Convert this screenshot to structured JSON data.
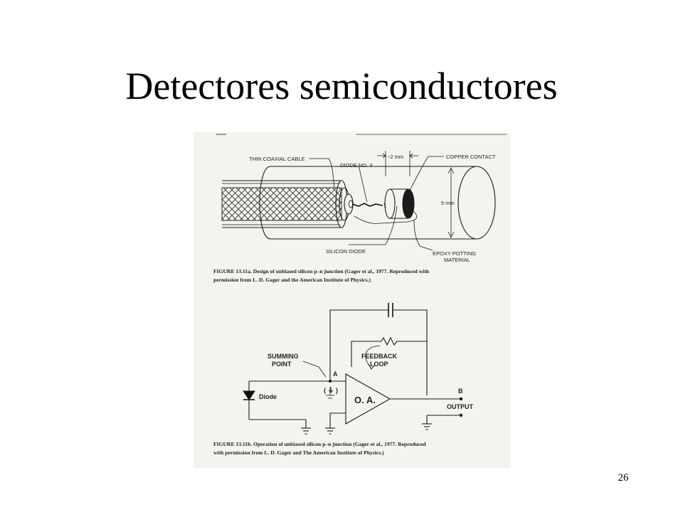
{
  "slide": {
    "title": "Detectores semiconductores",
    "page_number": "26"
  },
  "figure_a": {
    "labels": {
      "thin_coaxial_cable": "THIN COAXIAL CABLE",
      "diode_no_3": "DIODE NO. 3",
      "dimension_2mm": "~2 mm",
      "copper_contact": "COPPER CONTACT",
      "dimension_5mm": "5 mm",
      "silicon_diode": "SILICON DIODE",
      "epoxy_line1": "EPOXY POTTING",
      "epoxy_line2": "MATERIAL"
    },
    "caption_line1": "FIGURE 13.11a.  Design of unbiased silicon p–n junction (Gager et al., 1977. Reproduced with",
    "caption_line2": "permission from L. D. Gager and the American Institute of Physics.)"
  },
  "figure_b": {
    "labels": {
      "summing_line1": "SUMMING",
      "summing_line2": "POINT",
      "node_a": "A",
      "ground_paren": "( ⏚ )",
      "feedback_line1": "FEEDBACK",
      "feedback_line2": "LOOP",
      "diode": "Diode",
      "opamp": "O. A.",
      "node_b": "B",
      "output": "OUTPUT"
    },
    "caption_line1": "FIGURE 13.11b.  Operation of unbiased silicon p–n junction (Gager et al., 1977. Reproduced",
    "caption_line2": "with permission from L. D. Gager and The American Institute of Physics.)"
  }
}
